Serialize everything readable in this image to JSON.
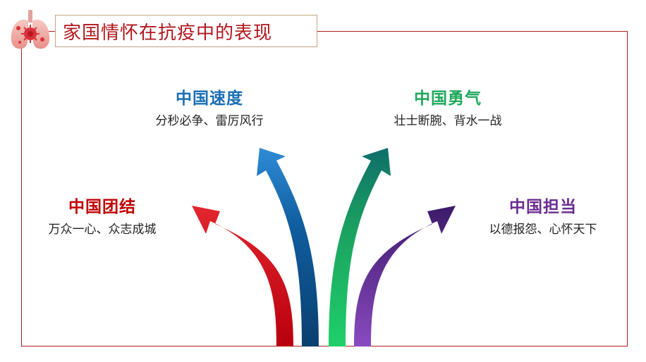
{
  "slide": {
    "title": "家国情怀在抗疫中的表现",
    "logo_icon": "lungs-virus-icon"
  },
  "colors": {
    "frame": "#b01c22",
    "title_text": "#b0161c",
    "unity": "#c00000",
    "speed": "#1a6fb5",
    "courage": "#1fa85c",
    "responsibility": "#6a2c91"
  },
  "branches": [
    {
      "id": "unity",
      "heading": "中国团结",
      "subtitle": "万众一心、众志成城",
      "color": "#c00000",
      "arrow_color": "#b8000d"
    },
    {
      "id": "speed",
      "heading": "中国速度",
      "subtitle": "分秒必争、雷厉风行",
      "color": "#1a6fb5",
      "arrow_color": "#0e5b9a"
    },
    {
      "id": "courage",
      "heading": "中国勇气",
      "subtitle": "壮士断腕、背水一战",
      "color": "#1fa85c",
      "arrow_color": "#1f9a5c"
    },
    {
      "id": "responsibility",
      "heading": "中国担当",
      "subtitle": "以德报怨、心怀天下",
      "color": "#6a2c91",
      "arrow_color": "#5f2a8c"
    }
  ]
}
